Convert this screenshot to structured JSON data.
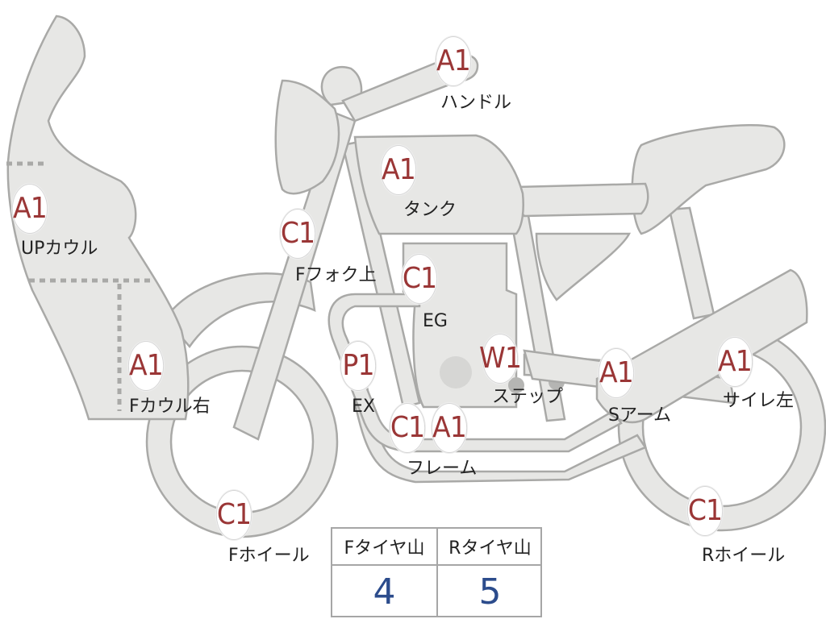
{
  "parts": [
    {
      "id": "handle",
      "grade": "A1",
      "label": "ハンドル"
    },
    {
      "id": "tank",
      "grade": "A1",
      "label": "タンク"
    },
    {
      "id": "up-cowl",
      "grade": "A1",
      "label": "UPカウル"
    },
    {
      "id": "f-fork-upper",
      "grade": "C1",
      "label": "Fフォク上"
    },
    {
      "id": "engine",
      "grade": "C1",
      "label": "EG"
    },
    {
      "id": "f-cowl-right",
      "grade": "A1",
      "label": "Fカウル右"
    },
    {
      "id": "exhaust",
      "grade": "P1",
      "label": "EX"
    },
    {
      "id": "step",
      "grade": "W1",
      "label": "ステップ"
    },
    {
      "id": "s-arm",
      "grade": "A1",
      "label": "Sアーム"
    },
    {
      "id": "silencer-left",
      "grade": "A1",
      "label": "サイレ左"
    },
    {
      "id": "frame",
      "grades": [
        "C1",
        "A1"
      ],
      "label": "フレーム"
    },
    {
      "id": "f-wheel",
      "grade": "C1",
      "label": "Fホイール"
    },
    {
      "id": "r-wheel",
      "grade": "C1",
      "label": "Rホイール"
    }
  ],
  "tire_table": {
    "front_header": "Fタイヤ山",
    "rear_header": "Rタイヤ山",
    "front_value": "4",
    "rear_value": "5"
  },
  "colors": {
    "grade_text": "#9a3636",
    "tire_value_text": "#2c4c8c",
    "part_fill": "#e7e7e5",
    "part_outline": "#a9a9a7"
  }
}
